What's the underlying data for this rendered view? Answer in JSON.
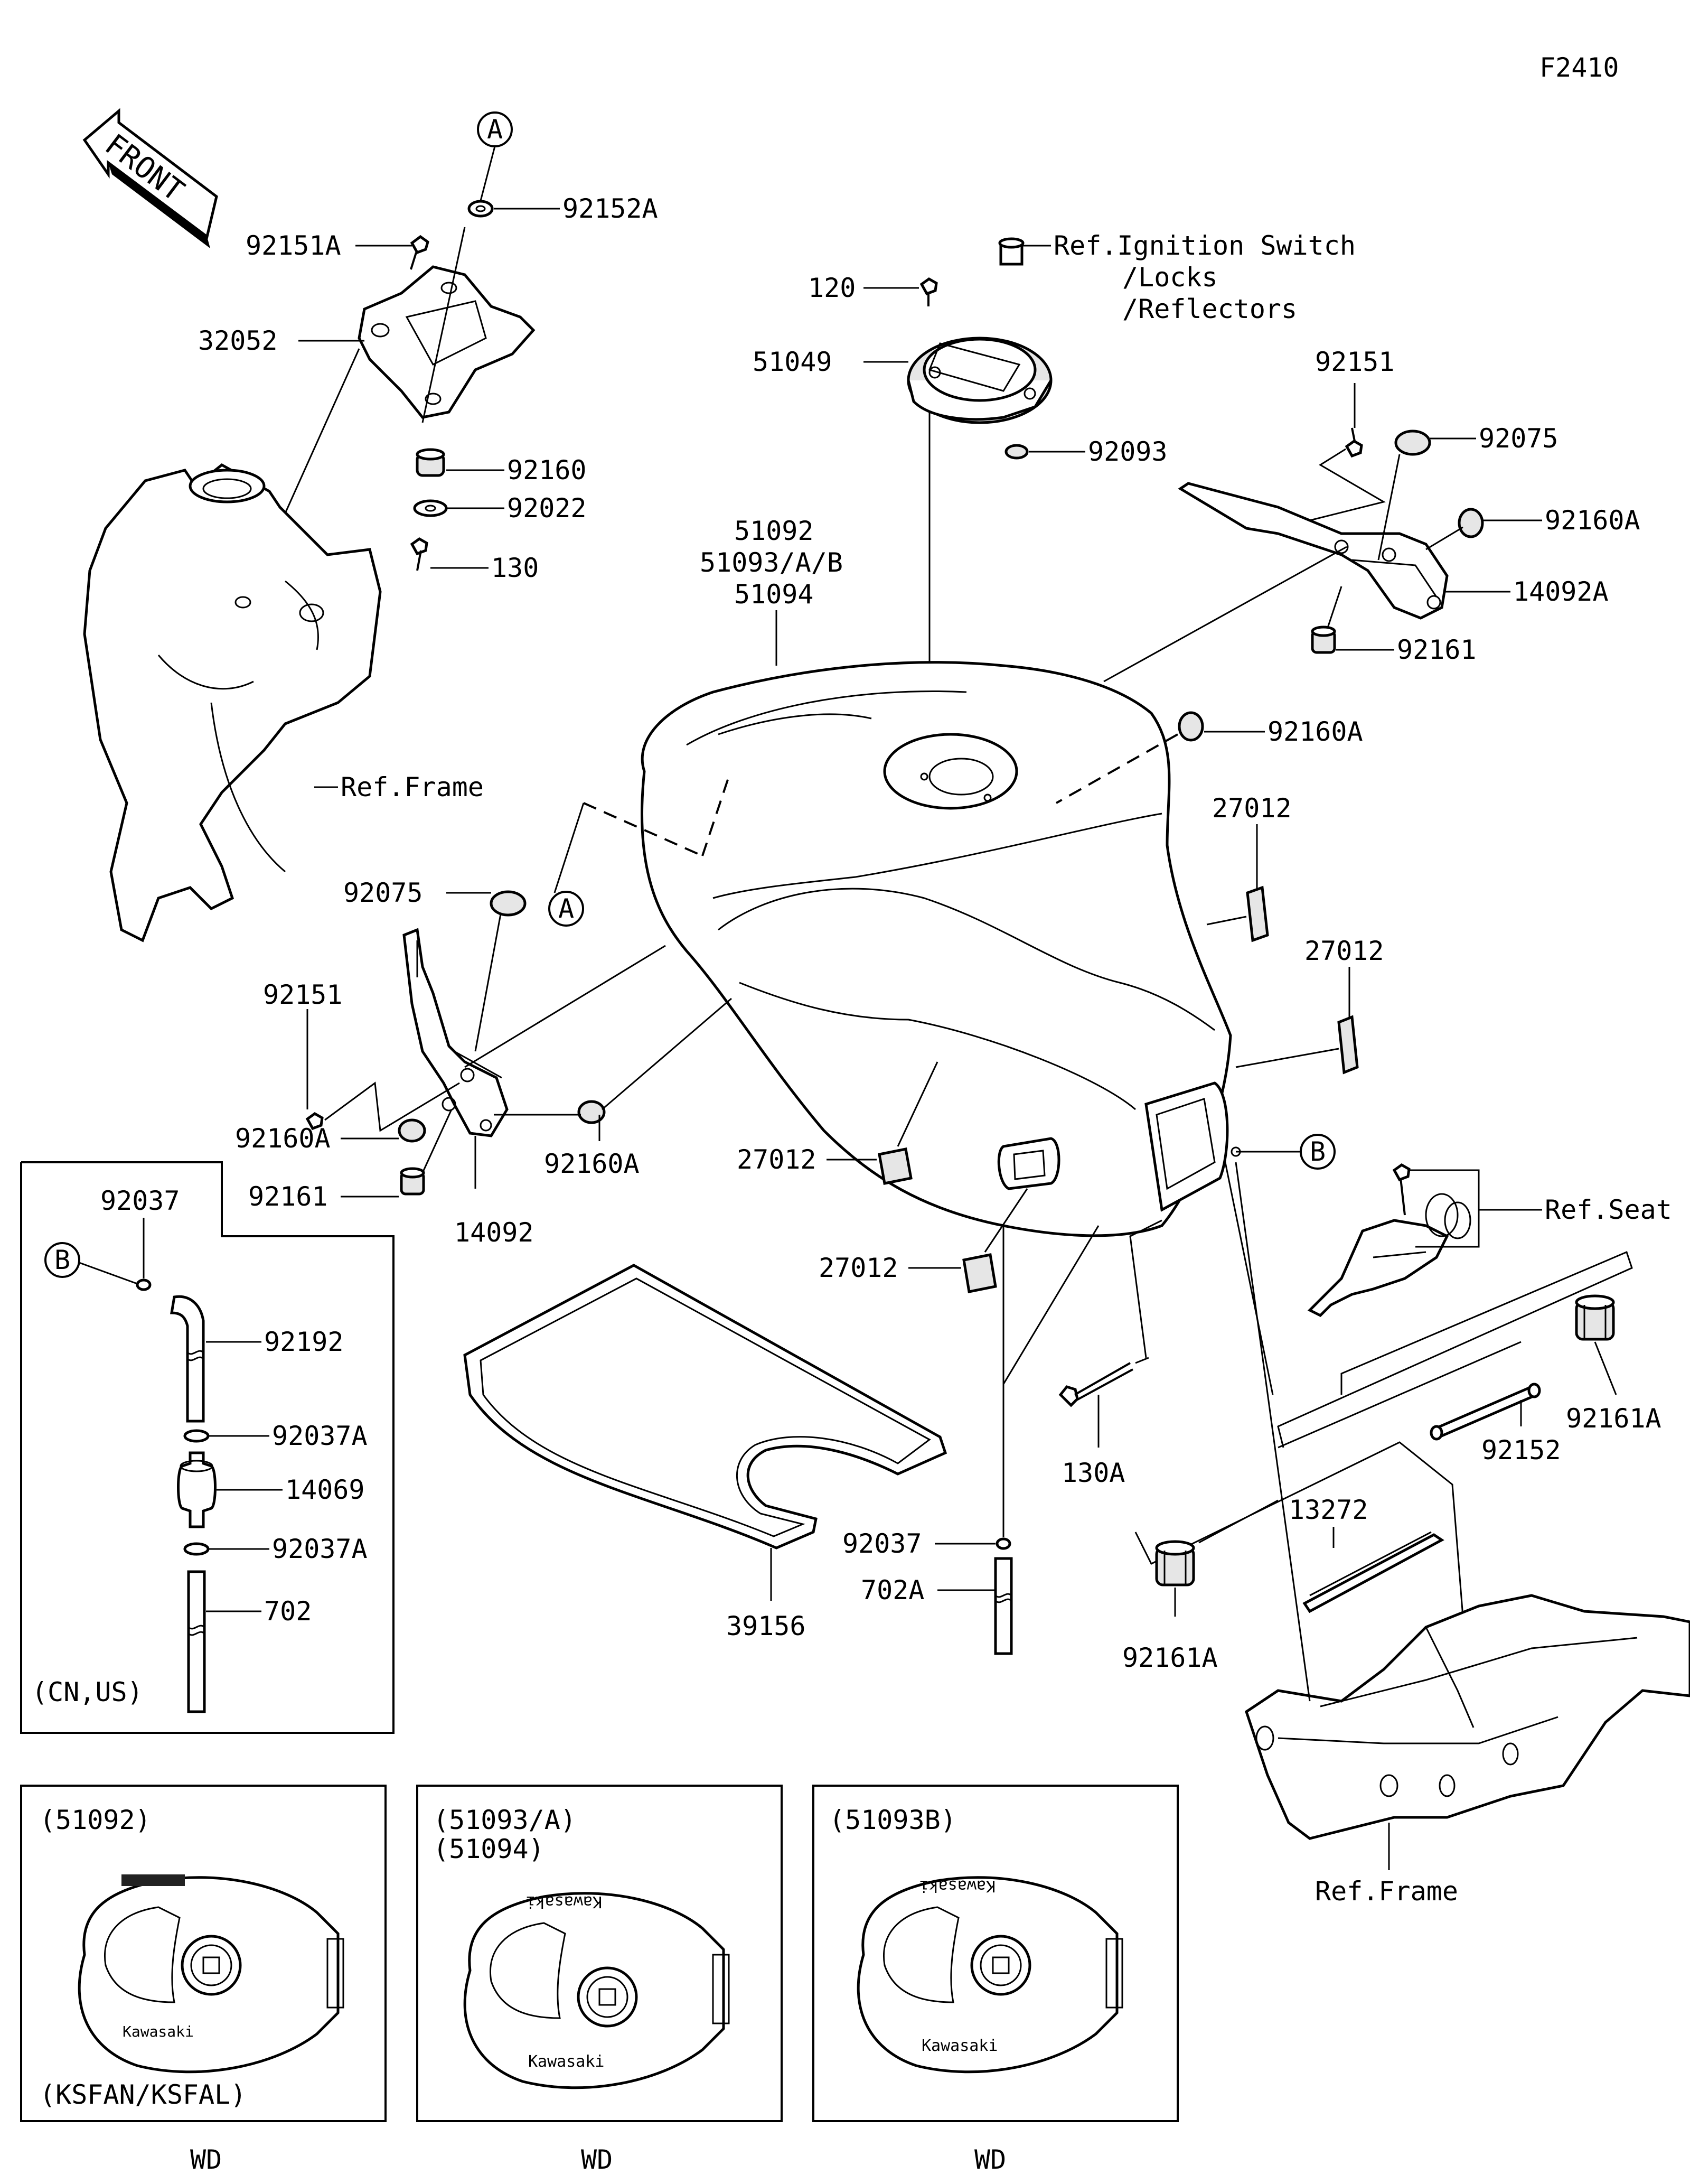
{
  "figure_code": "F2410",
  "front_arrow_label": "FRONT",
  "ref_markers": {
    "A": "A",
    "B": "B"
  },
  "labels": {
    "p92152A": "92152A",
    "p92151A": "92151A",
    "p32052": "32052",
    "p92160": "92160",
    "p92022": "92022",
    "p130": "130",
    "ref_frame_left": "Ref.Frame",
    "ref_ignition_1": "Ref.Ignition Switch",
    "ref_ignition_2": "/Locks",
    "ref_ignition_3": "/Reflectors",
    "p120": "120",
    "p51049": "51049",
    "p92093": "92093",
    "p51092": "51092",
    "p51093AB": "51093/A/B",
    "p51094": "51094",
    "p92151_right": "92151",
    "p92075_right": "92075",
    "p92160A_right": "92160A",
    "p14092A": "14092A",
    "p92161_right": "92161",
    "p92160A_mid": "92160A",
    "p27012_a": "27012",
    "p27012_b": "27012",
    "p27012_c": "27012",
    "p27012_d": "27012",
    "p92075_left": "92075",
    "p92151_left": "92151",
    "p92160A_left": "92160A",
    "p92161_left": "92161",
    "p14092": "14092",
    "p92160A_low": "92160A",
    "ref_seat": "Ref.Seat",
    "p130A": "130A",
    "p92161A_right": "92161A",
    "p92152": "92152",
    "p13272": "13272",
    "p92161A_low": "92161A",
    "ref_frame_right": "Ref.Frame",
    "p92037_mid": "92037",
    "p702A": "702A",
    "p39156": "39156"
  },
  "inset_hose": {
    "p92037": "92037",
    "p92192": "92192",
    "p92037A_1": "92037A",
    "p14069": "14069",
    "p92037A_2": "92037A",
    "p702": "702",
    "note": "(CN,US)"
  },
  "variants": [
    {
      "title_1": "(51092)",
      "title_2": "",
      "note": "(KSFAN/KSFAL)",
      "region": "WD",
      "brand": "Kawasaki"
    },
    {
      "title_1": "(51093/A)",
      "title_2": "(51094)",
      "note": "",
      "region": "WD",
      "brand": "Kawasaki"
    },
    {
      "title_1": "(51093B)",
      "title_2": "",
      "note": "",
      "region": "WD",
      "brand": "Kawasaki"
    }
  ]
}
